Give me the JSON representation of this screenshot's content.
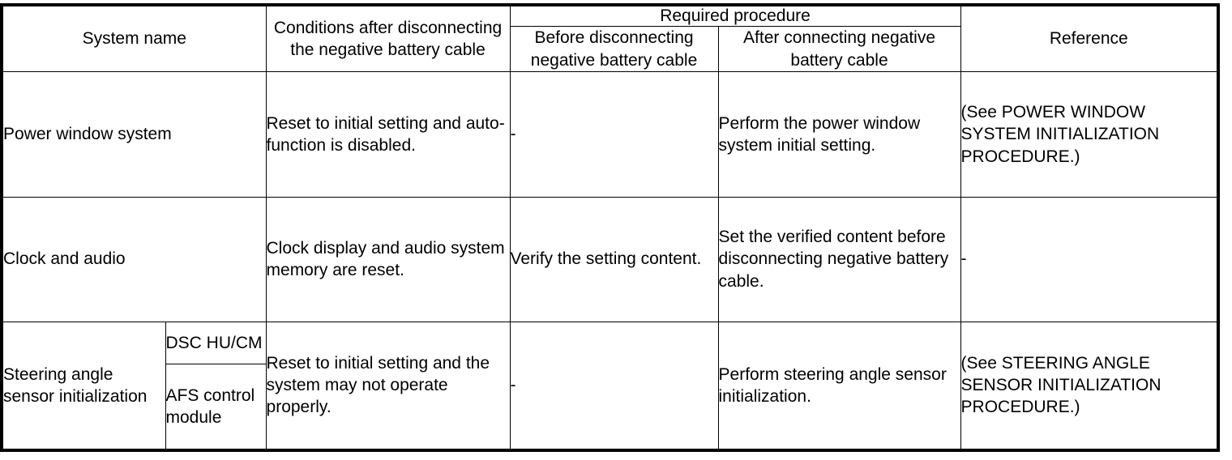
{
  "table": {
    "headers": {
      "system_name": "System name",
      "conditions": "Conditions after disconnecting the negative battery cable",
      "required_procedure": "Required procedure",
      "before": "Before disconnecting negative battery cable",
      "after": "After connecting negative battery cable",
      "reference": "Reference"
    },
    "rows": [
      {
        "system_name": "Power window system",
        "system_name_sub": "",
        "conditions": "Reset to initial setting and auto-function is disabled.",
        "before": "-",
        "after": "Perform the power window system initial setting.",
        "reference": "(See POWER WINDOW SYSTEM INITIALIZATION PROCEDURE.)"
      },
      {
        "system_name": "Clock and audio",
        "system_name_sub": "",
        "conditions": "Clock display and audio system memory are reset.",
        "before": "Verify the setting content.",
        "after": "Set the verified content before disconnecting negative battery cable.",
        "reference": "-"
      },
      {
        "system_name": "Steering angle sensor initialization",
        "system_name_sub_1": "DSC HU/CM",
        "system_name_sub_2": "AFS control module",
        "conditions": "Reset to initial setting and the system may not operate properly.",
        "before": "-",
        "after": "Perform steering angle sensor initialization.",
        "reference": "(See STEERING ANGLE SENSOR INITIALIZATION PROCEDURE.)"
      }
    ]
  },
  "colors": {
    "border": "#000000",
    "text": "#000000",
    "background": "#ffffff"
  }
}
